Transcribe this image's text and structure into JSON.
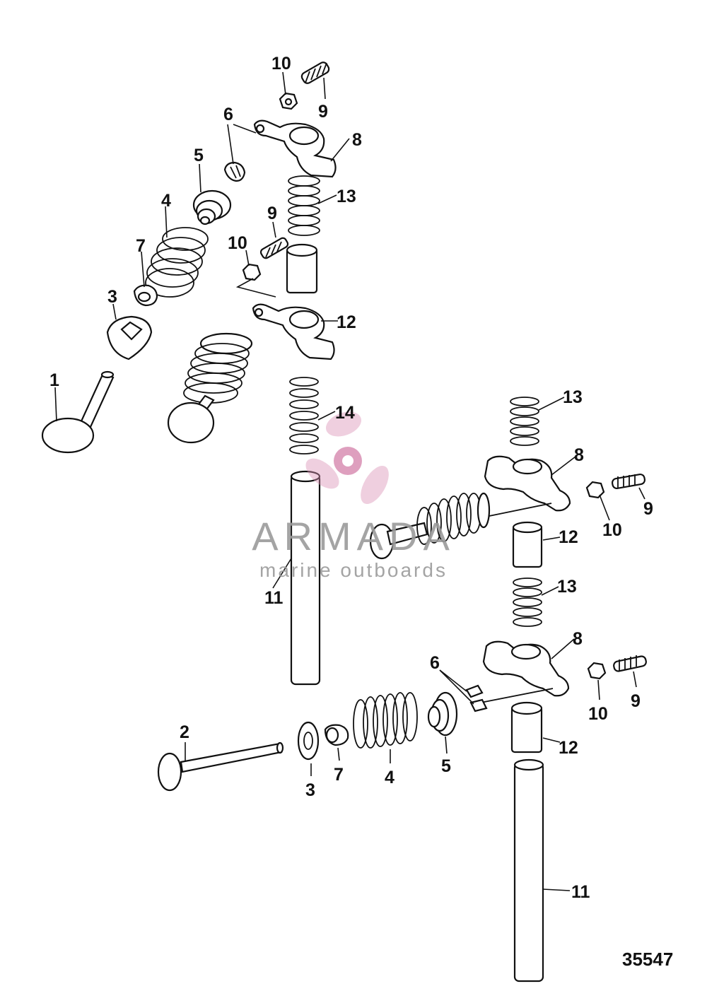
{
  "watermark": {
    "brand": "ARMADA",
    "tagline": "marine outboards",
    "logo_color": "#d98fb3",
    "text_color": "#9a9a9a"
  },
  "figure_number": "35547",
  "callouts": {
    "top_rocker_adjuster_nut": "10",
    "top_adjuster_screw": "9",
    "top_keepers": "6",
    "top_rocker_arm": "8",
    "exhaust_retainer": "5",
    "exhaust_spring": "4",
    "exhaust_seal": "7",
    "exhaust_washer": "3",
    "exhaust_valve": "1",
    "upper_rocker_spring": "13",
    "middle_adjuster_screw": "9",
    "middle_adjuster_nut": "10",
    "middle_rocker_arm": "12",
    "upper_pushrod_spring": "14",
    "left_pushrod": "11",
    "right_top_spring": "13",
    "right_rocker_arm": "8",
    "right_adjuster_screw": "9",
    "right_adjuster_nut": "10",
    "right_spacer": "12",
    "right_middle_spring": "13",
    "lower_rocker_arm": "8",
    "lower_keepers": "6",
    "lower_adjuster_screw": "9",
    "lower_adjuster_nut": "10",
    "lower_spacer": "12",
    "intake_valve": "2",
    "intake_washer": "3",
    "intake_seal": "7",
    "intake_spring": "4",
    "intake_retainer": "5",
    "right_pushrod": "11"
  }
}
